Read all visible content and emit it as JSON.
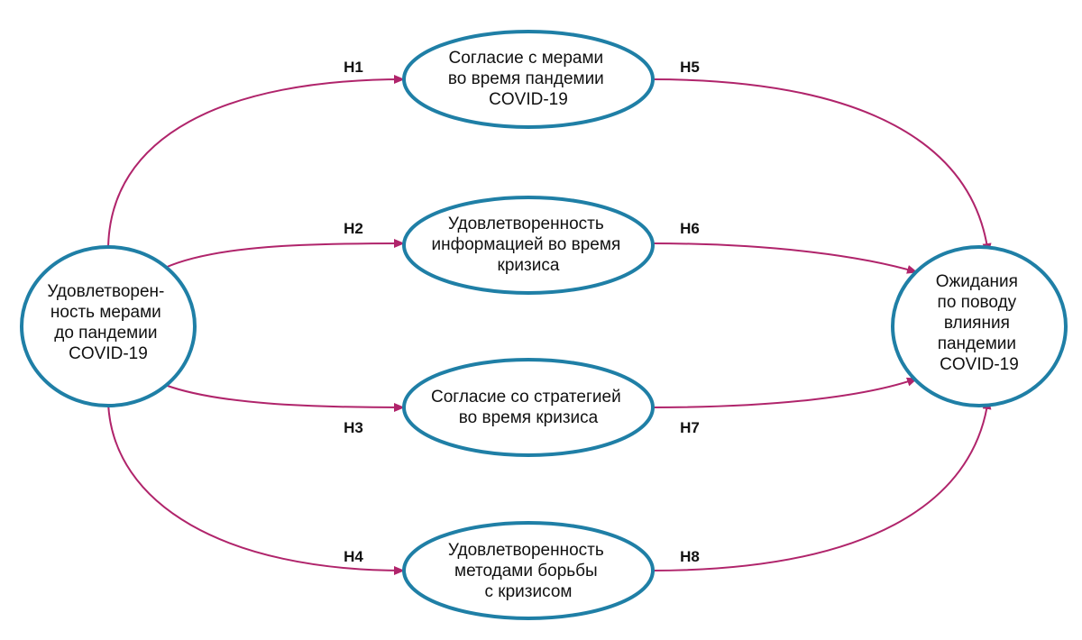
{
  "colors": {
    "node_outline": "#1f7fa6",
    "edge": "#b0246b",
    "text": "#111111"
  },
  "nodes": {
    "source": {
      "lines": [
        "Удовлетворен-",
        "ность мерами",
        "до пандемии",
        "COVID-19"
      ]
    },
    "m1": {
      "lines": [
        "Согласие с мерами",
        "во время пандемии",
        "COVID-19"
      ]
    },
    "m2": {
      "lines": [
        "Удовлетворенность",
        "информацией во время",
        "кризиса"
      ]
    },
    "m3": {
      "lines": [
        "Согласие со стратегией",
        "во время кризиса"
      ]
    },
    "m4": {
      "lines": [
        "Удовлетворенность",
        "методами борьбы",
        "с кризисом"
      ]
    },
    "target": {
      "lines": [
        "Ожидания",
        "по поводу",
        "влияния",
        "пандемии",
        "COVID-19"
      ]
    }
  },
  "hypotheses": {
    "h1": "H1",
    "h2": "H2",
    "h3": "H3",
    "h4": "H4",
    "h5": "H5",
    "h6": "H6",
    "h7": "H7",
    "h8": "H8"
  }
}
